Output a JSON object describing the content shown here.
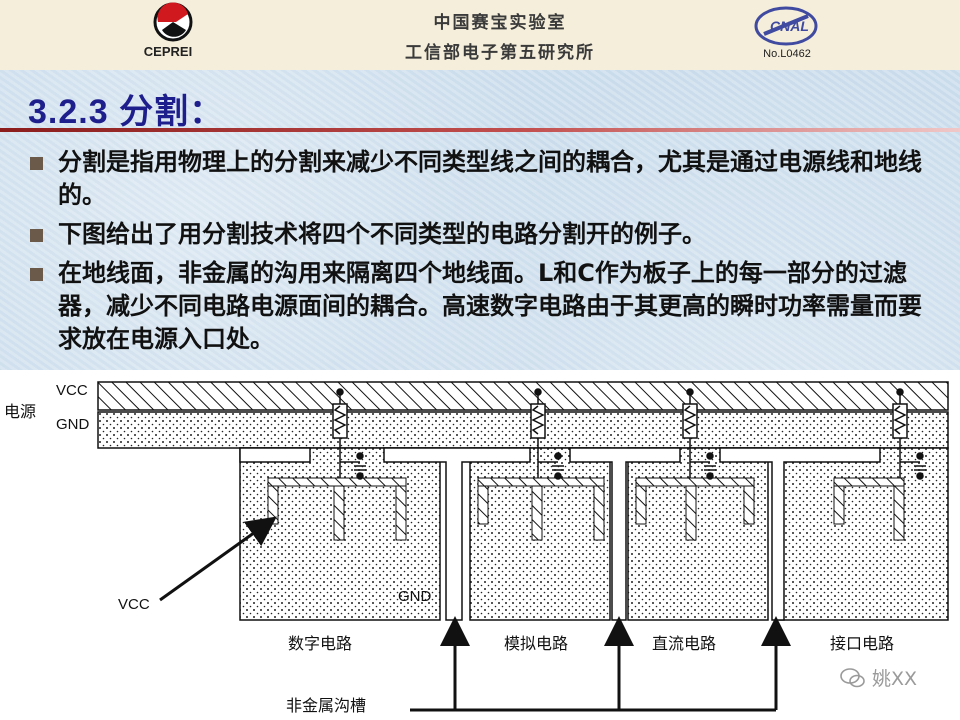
{
  "header": {
    "org_left": "CEPREI",
    "line1": "中国赛宝实验室",
    "line2": "工信部电子第五研究所",
    "org_right": "No.L0462"
  },
  "title": "3.2.3  分割：",
  "bullets": [
    "分割是指用物理上的分割来减少不同类型线之间的耦合，尤其是通过电源线和地线的。",
    "下图给出了用分割技术将四个不同类型的电路分割开的例子。",
    "在地线面，非金属的沟用来隔离四个地线面。L和C作为板子上的每一部分的过滤器，减少不同电路电源面间的耦合。高速数字电路由于其更高的瞬时功率需量而要求放在电源入口处。"
  ],
  "figure": {
    "vcc_top": "VCC",
    "power_label": "电源",
    "gnd_top": "GND",
    "vcc_arrow": "VCC",
    "gnd_inner": "GND",
    "sections": [
      "数字电路",
      "模拟电路",
      "直流电路",
      "接口电路"
    ],
    "trench": "非金属沟槽"
  },
  "watermark": "姚XX"
}
